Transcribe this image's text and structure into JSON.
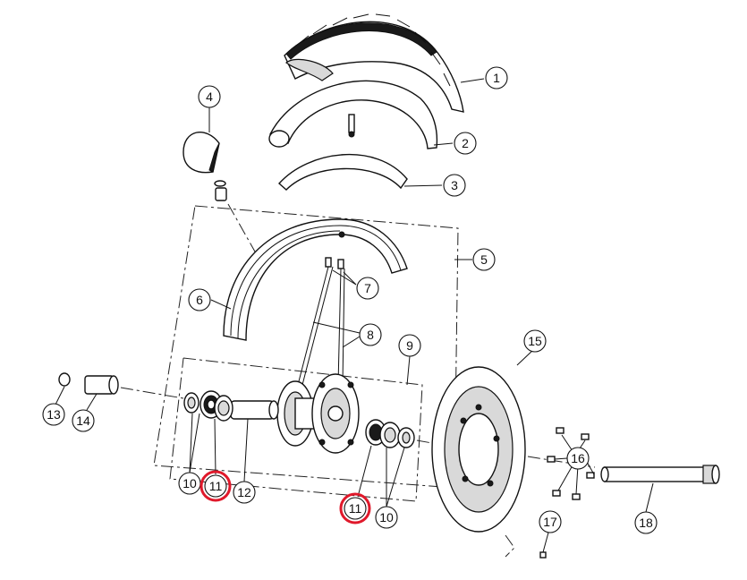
{
  "diagram": {
    "callouts": [
      {
        "label": "1"
      },
      {
        "label": "2"
      },
      {
        "label": "3"
      },
      {
        "label": "4"
      },
      {
        "label": "5"
      },
      {
        "label": "6"
      },
      {
        "label": "7"
      },
      {
        "label": "8"
      },
      {
        "label": "9"
      },
      {
        "label": "10"
      },
      {
        "label": "10"
      },
      {
        "label": "11"
      },
      {
        "label": "11"
      },
      {
        "label": "12"
      },
      {
        "label": "13"
      },
      {
        "label": "14"
      },
      {
        "label": "15"
      },
      {
        "label": "16"
      },
      {
        "label": "17"
      },
      {
        "label": "18"
      }
    ],
    "highlighted_callouts": [
      "11"
    ],
    "highlight_color": "#e0192b"
  }
}
